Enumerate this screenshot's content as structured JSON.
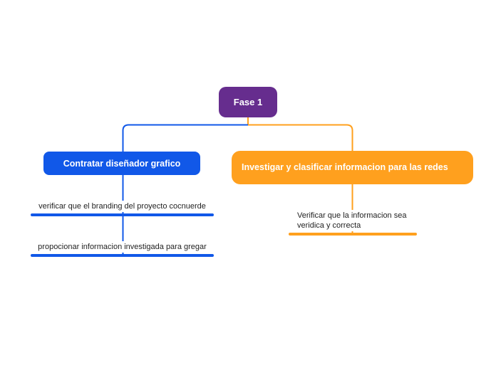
{
  "colors": {
    "purple": "#662D8E",
    "blue": "#1158E8",
    "orange": "#FFA01E",
    "text": "#1F1F1F",
    "background": "#FFFFFF"
  },
  "root": {
    "label": "Fase 1"
  },
  "branches": [
    {
      "label": "Contratar diseñador grafico",
      "color": "#1158E8",
      "children": [
        {
          "label": "verificar que el branding del proyecto cocnuerde"
        },
        {
          "label": "propocionar informacion investigada para gregar"
        }
      ]
    },
    {
      "label": "Investigar y clasificar informacion para las redes",
      "color": "#FFA01E",
      "children": [
        {
          "label": "Verificar que la informacion sea veridica y correcta"
        }
      ]
    }
  ]
}
